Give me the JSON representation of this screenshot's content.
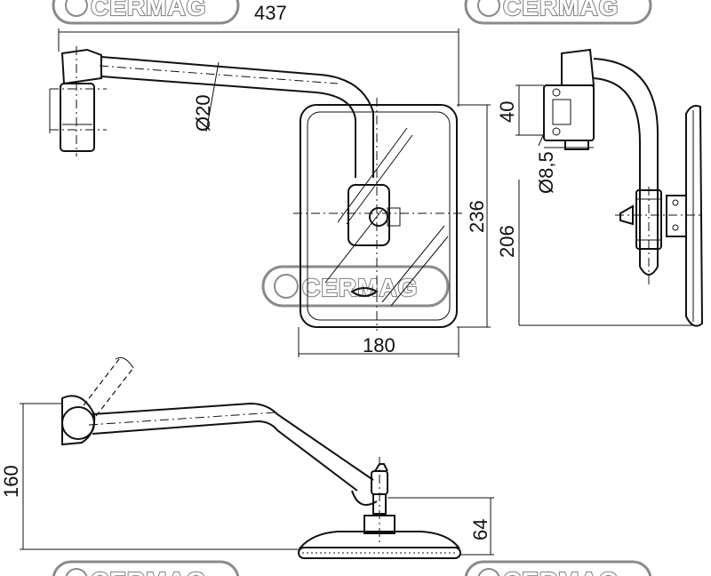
{
  "watermark": {
    "brand": "CERMAG",
    "color": "#8a8a8a"
  },
  "dimensions": {
    "overall_width": "437",
    "tube_diameter": "Ø20",
    "mirror_height": "236",
    "mirror_width": "180",
    "clamp_height": "40",
    "bolt_diameter": "Ø8,5",
    "side_height": "206",
    "arm_drop": "160",
    "mirror_depth": "64"
  }
}
